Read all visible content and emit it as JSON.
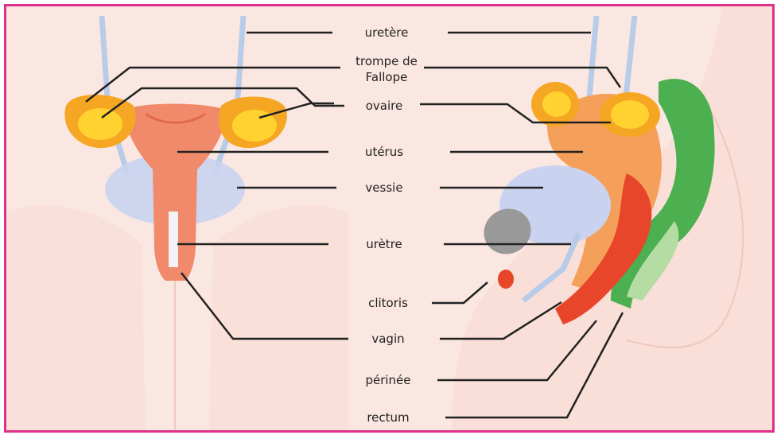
{
  "labels": {
    "ureter": "uretère",
    "fallopian_tube_1": "trompe de",
    "fallopian_tube_2": "Fallope",
    "ovary": "ovaire",
    "uterus": "utérus",
    "bladder": "vessie",
    "urethra": "urètre",
    "clitoris": "clitoris",
    "vagina": "vagin",
    "perineum": "périnée",
    "rectum": "rectum"
  },
  "colors": {
    "frame": "#e0308a",
    "skin": "#fbe7e2",
    "ovary": "#f5a623",
    "uterus": "#f08a6a",
    "bladder": "#c9d3ef",
    "rectum": "#4caf50",
    "vagina": "#e8462a"
  }
}
